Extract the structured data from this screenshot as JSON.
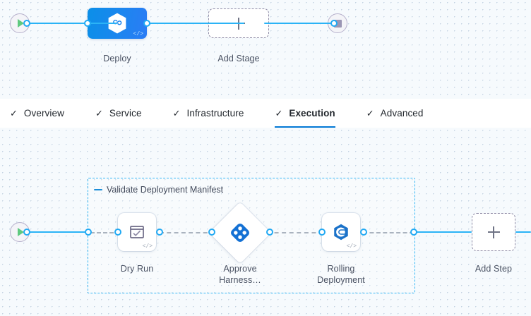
{
  "theme": {
    "accent_blue": "#0278d5",
    "link_blue": "#2bb3f6",
    "canvas_bg": "#f6fafd",
    "grid_dot": "#c5d4e3",
    "group_border": "#35b7f5",
    "label_gray": "#4a5263",
    "dashed_gray": "#8d8aa5",
    "play_green": "#5fc97f",
    "stop_gray": "#9b96b4"
  },
  "stage_canvas": {
    "start_node": {
      "name": "pipeline-start",
      "icon": "play-icon"
    },
    "end_node": {
      "name": "pipeline-end",
      "icon": "stop-icon"
    },
    "stages": [
      {
        "label": "Deploy",
        "icon": "harness-hexagon-icon",
        "badge": "</>",
        "type": "deployment",
        "selected": true
      }
    ],
    "add_stage": {
      "label": "Add Stage",
      "icon": "plus-icon"
    }
  },
  "tabs": [
    {
      "label": "Overview",
      "icon": "check-icon",
      "complete": true,
      "active": false
    },
    {
      "label": "Service",
      "icon": "check-icon",
      "complete": true,
      "active": false
    },
    {
      "label": "Infrastructure",
      "icon": "check-icon",
      "complete": true,
      "active": false
    },
    {
      "label": "Execution",
      "icon": "check-icon",
      "complete": true,
      "active": true
    },
    {
      "label": "Advanced",
      "icon": "check-icon",
      "complete": true,
      "active": false
    }
  ],
  "execution_canvas": {
    "start_node": {
      "name": "execution-start",
      "icon": "play-icon"
    },
    "step_group": {
      "title": "Validate Deployment Manifest",
      "collapse_icon": "minus-icon",
      "expanded": true
    },
    "steps": [
      {
        "label": "Dry Run",
        "icon": "dry-run-check-icon",
        "badge": "</>",
        "shape": "rounded"
      },
      {
        "label": "Approve Harness…",
        "icon": "harness-approval-icon",
        "badge": "",
        "shape": "diamond"
      },
      {
        "label": "Rolling Deployment",
        "icon": "rolling-deployment-icon",
        "badge": "</>",
        "shape": "rounded"
      }
    ],
    "add_step": {
      "label": "Add Step",
      "icon": "plus-icon"
    }
  }
}
